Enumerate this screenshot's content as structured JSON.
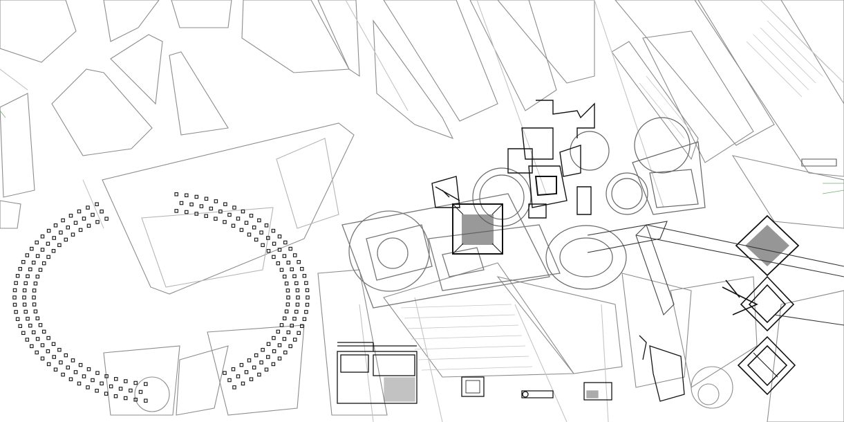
{
  "figure": {
    "description_visible_text": "",
    "colors": {
      "background": "#ffffff",
      "context_line": "#8c8c8c",
      "light_line": "#c4c4c4",
      "building_line": "#111111",
      "green_hint": "#6fae6f"
    },
    "elements": [
      "street-blocks",
      "ring-colonnade",
      "central-pavilion",
      "stadium-circles",
      "square-courtyard-building",
      "diamond-building-top",
      "diamond-building-bottom",
      "angled-wall-lines",
      "small-house-plans"
    ]
  }
}
